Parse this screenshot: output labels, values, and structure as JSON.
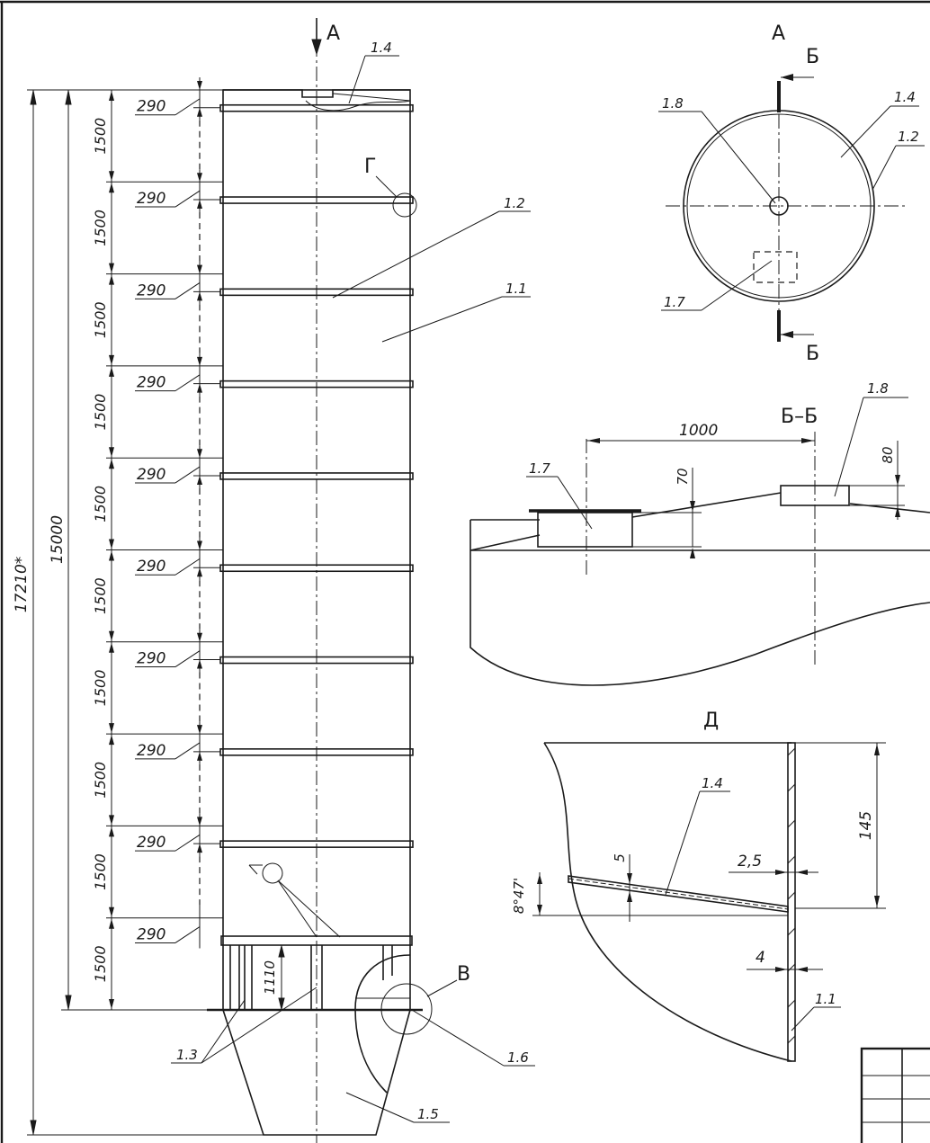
{
  "view_labels": {
    "arrow_a": "А",
    "view_a": "А",
    "section_b_top": "Б",
    "section_b_bottom": "Б",
    "section_bb": "Б–Б",
    "node_g": "Г",
    "node_d": "Д",
    "node_d_marker": "Д",
    "node_v": "В"
  },
  "main_view": {
    "overall_height": "17210*",
    "shell_height": "15000",
    "section_spacing": "1500",
    "ring_offset": "290",
    "leg_height": "1110",
    "section_count": 10,
    "ring_count": 9
  },
  "section_bb": {
    "distance": "1000",
    "hatch_height": "70",
    "nozzle_height": "80"
  },
  "detail_d": {
    "height": "145",
    "plate_thickness": "5",
    "gap": "2,5",
    "wall_thickness": "4",
    "angle": "8°47'"
  },
  "part_labels": {
    "roof_main": "1.4",
    "shell_main": "1.1",
    "ring_main": "1.2",
    "legs_main": "1.3",
    "cone_main": "1.5",
    "pipe_main": "1.6",
    "nozzle_top": "1.8",
    "roof_top": "1.4",
    "ring_top": "1.2",
    "hatch_top": "1.7",
    "hatch_bb": "1.7",
    "nozzle_bb": "1.8",
    "roof_d": "1.4",
    "shell_d": "1.1"
  }
}
